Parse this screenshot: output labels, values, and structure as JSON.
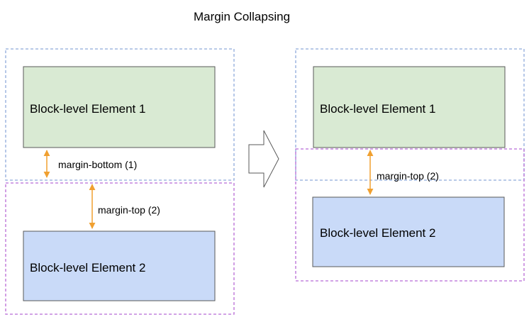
{
  "title": "Margin Collapsing",
  "before": {
    "element1_label": "Block-level Element 1",
    "element2_label": "Block-level Element 2",
    "margin_bottom_label": "margin-bottom (1)",
    "margin_top_label": "margin-top (2)"
  },
  "after": {
    "element1_label": "Block-level Element 1",
    "element2_label": "Block-level Element 2",
    "margin_top_label": "margin-top (2)"
  },
  "colors": {
    "element1_fill": "#d9ead3",
    "element2_fill": "#c9daf8",
    "box_stroke": "#595959",
    "margin1_outline": "#8eaadb",
    "margin2_outline": "#b86bd6",
    "arrow": "#f0a030",
    "transition_arrow_stroke": "#595959"
  }
}
